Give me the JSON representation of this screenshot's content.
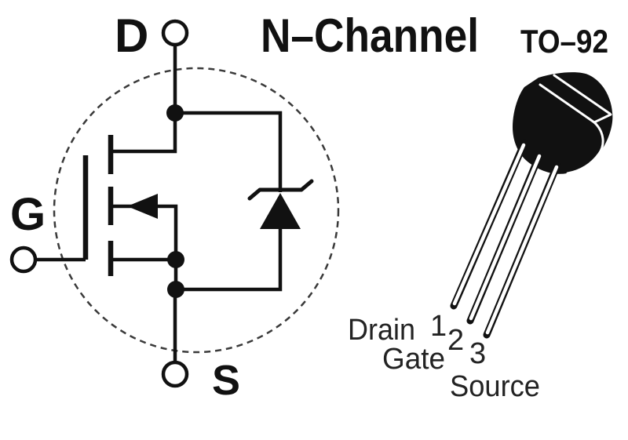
{
  "diagram": {
    "title": "N–Channel",
    "package": {
      "name": "TO–92",
      "pins": [
        {
          "number": "1",
          "name": "Drain"
        },
        {
          "number": "2",
          "name": "Gate"
        },
        {
          "number": "3",
          "name": "Source"
        }
      ]
    },
    "symbol": {
      "terminals": [
        {
          "label": "D"
        },
        {
          "label": "G"
        },
        {
          "label": "S"
        }
      ]
    },
    "colors": {
      "ink": "#111111",
      "label_ink": "#232323",
      "boundary": "#3a3a3a",
      "background": "#ffffff"
    }
  }
}
